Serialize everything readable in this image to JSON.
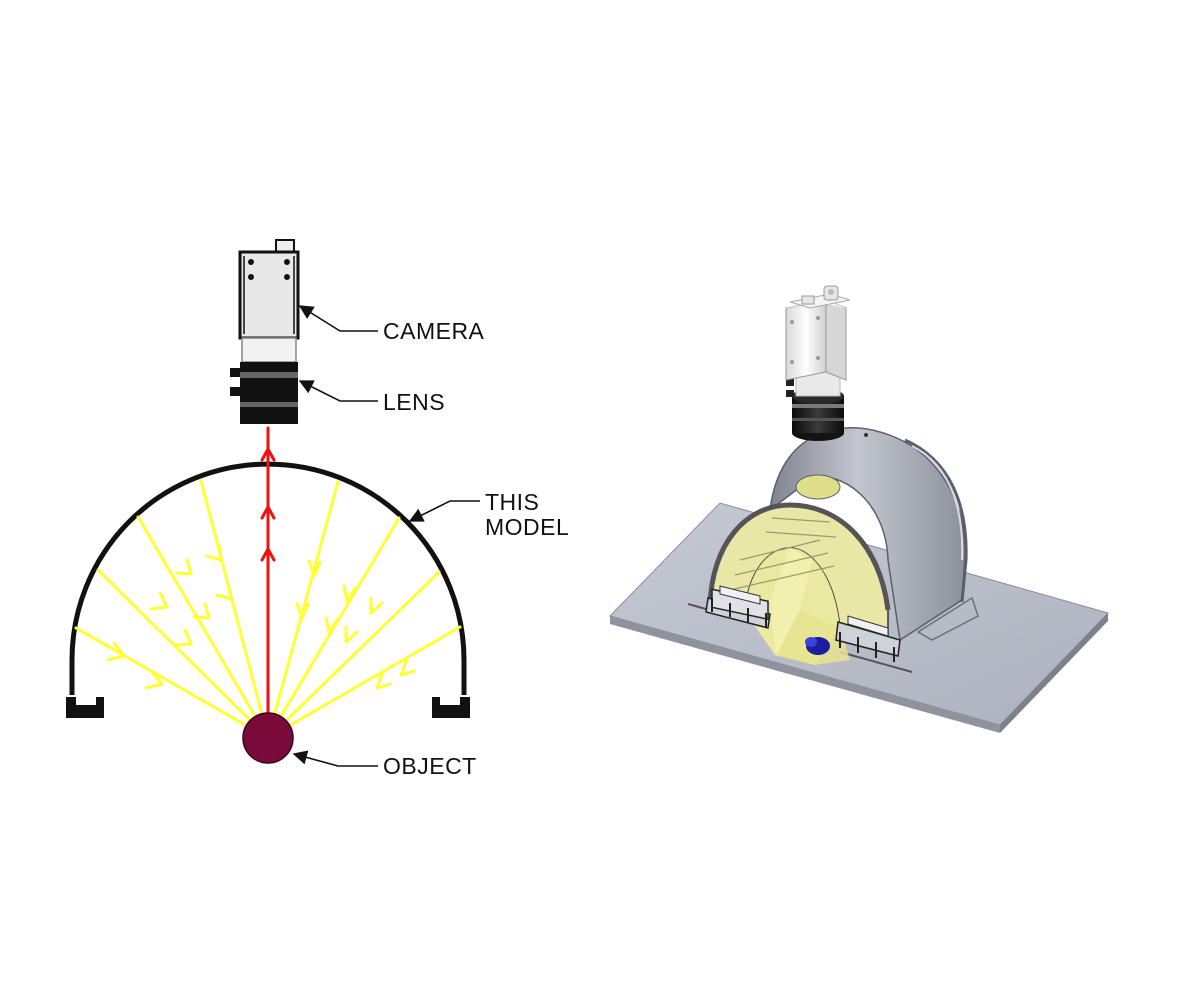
{
  "labels": {
    "camera": "CAMERA",
    "lens": "LENS",
    "this_model_line1": "THIS",
    "this_model_line2": "MODEL",
    "object": "OBJECT"
  },
  "colors": {
    "ray_yellow": "#ffff33",
    "ray_red": "#ee1111",
    "dome_black": "#111111",
    "object_maroon": "#7a0a3a",
    "base_plate": "#b9bdc9",
    "dome_gray": "#a9adb8",
    "interior_glow": "#e7e59a",
    "camera_white": "#f2f2f2"
  }
}
